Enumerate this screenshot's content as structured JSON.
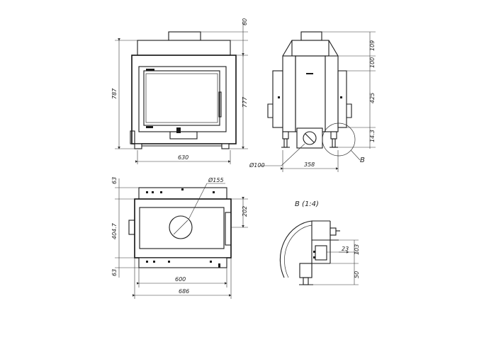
{
  "front_view": {
    "dim_top": "60",
    "dim_height_total": "787",
    "dim_height_body": "777",
    "dim_width": "630"
  },
  "side_view": {
    "dim_109": "109",
    "dim_100": "100",
    "dim_425": "425",
    "dim_143": "14.3",
    "dim_diameter": "Ø100",
    "dim_358": "358",
    "detail_ref": "B"
  },
  "plan_view": {
    "dim_63_top": "63",
    "dim_diameter_155": "Ø155",
    "dim_202": "202",
    "dim_4047": "404.7",
    "dim_63_bottom": "63",
    "dim_600": "600",
    "dim_686": "686"
  },
  "detail_view": {
    "title": "B (1:4)",
    "dim_23": "23",
    "dim_103": "103",
    "dim_50": "50"
  }
}
